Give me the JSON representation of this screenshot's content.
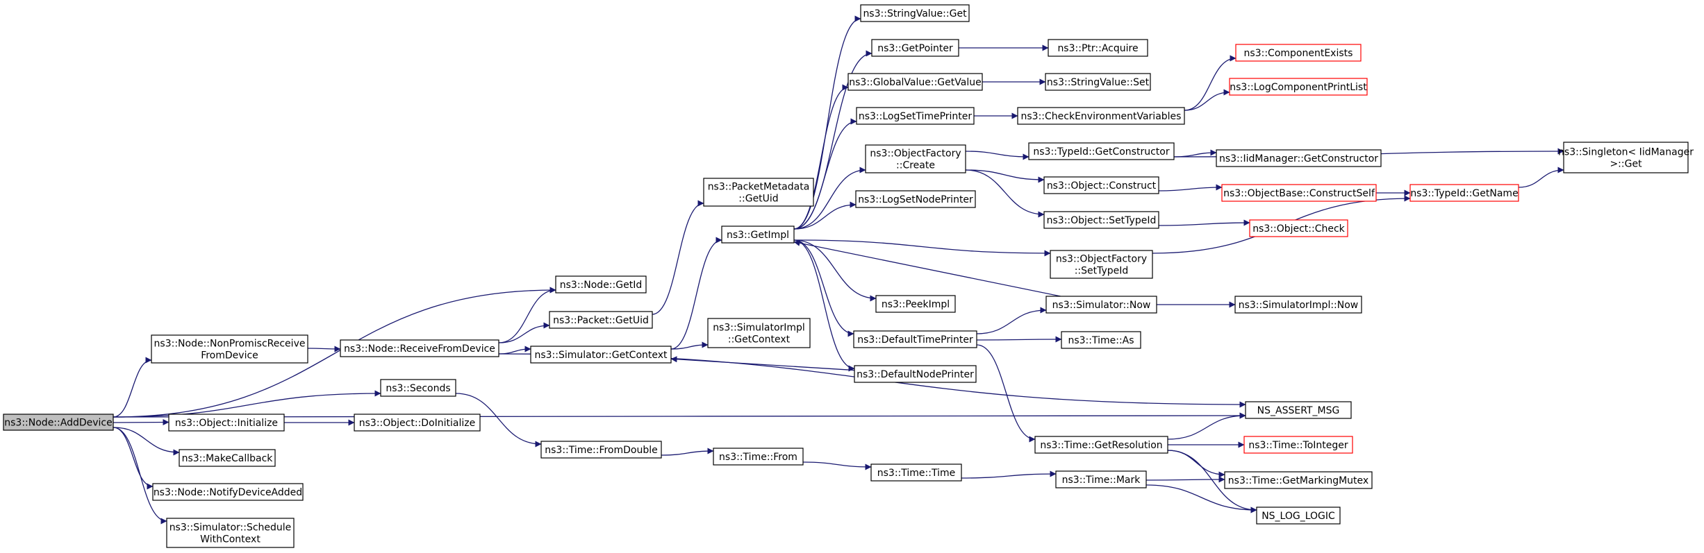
{
  "graph": {
    "nodes": [
      {
        "id": "add_device",
        "name": "node-add-device",
        "lines": [
          "ns3::Node::AddDevice"
        ],
        "style": "root"
      },
      {
        "id": "node_getid",
        "name": "node-node-get-id",
        "lines": [
          "ns3::Node::GetId"
        ],
        "style": "normal"
      },
      {
        "id": "nonpromisc",
        "name": "node-non-promisc-receive-from-device",
        "lines": [
          "ns3::Node::NonPromiscReceive",
          "FromDevice"
        ],
        "style": "normal"
      },
      {
        "id": "recv_from_dev",
        "name": "node-receive-from-device",
        "lines": [
          "ns3::Node::ReceiveFromDevice"
        ],
        "style": "normal"
      },
      {
        "id": "packet_getuid",
        "name": "node-packet-get-uid",
        "lines": [
          "ns3::Packet::GetUid"
        ],
        "style": "normal"
      },
      {
        "id": "pm_getuid",
        "name": "node-packet-metadata-get-uid",
        "lines": [
          "ns3::PacketMetadata",
          "::GetUid"
        ],
        "style": "normal"
      },
      {
        "id": "sim_getcontext",
        "name": "node-simulator-get-context",
        "lines": [
          "ns3::Simulator::GetContext"
        ],
        "style": "normal"
      },
      {
        "id": "simimpl_getcontext",
        "name": "node-simulator-impl-get-context",
        "lines": [
          "ns3::SimulatorImpl",
          "::GetContext"
        ],
        "style": "normal"
      },
      {
        "id": "seconds",
        "name": "node-seconds",
        "lines": [
          "ns3::Seconds"
        ],
        "style": "normal"
      },
      {
        "id": "obj_initialize",
        "name": "node-object-initialize",
        "lines": [
          "ns3::Object::Initialize"
        ],
        "style": "normal"
      },
      {
        "id": "obj_doinitialize",
        "name": "node-object-do-initialize",
        "lines": [
          "ns3::Object::DoInitialize"
        ],
        "style": "normal"
      },
      {
        "id": "makecallback",
        "name": "node-make-callback",
        "lines": [
          "ns3::MakeCallback"
        ],
        "style": "normal"
      },
      {
        "id": "notify_added",
        "name": "node-notify-device-added",
        "lines": [
          "ns3::Node::NotifyDeviceAdded"
        ],
        "style": "normal"
      },
      {
        "id": "schedule_ctx",
        "name": "node-schedule-with-context",
        "lines": [
          "ns3::Simulator::Schedule",
          "WithContext"
        ],
        "style": "normal"
      },
      {
        "id": "time_fromdouble",
        "name": "node-time-from-double",
        "lines": [
          "ns3::Time::FromDouble"
        ],
        "style": "normal"
      },
      {
        "id": "time_from",
        "name": "node-time-from",
        "lines": [
          "ns3::Time::From"
        ],
        "style": "normal"
      },
      {
        "id": "time_time",
        "name": "node-time-time",
        "lines": [
          "ns3::Time::Time"
        ],
        "style": "normal"
      },
      {
        "id": "getimpl",
        "name": "node-get-impl",
        "lines": [
          "ns3::GetImpl"
        ],
        "style": "normal"
      },
      {
        "id": "stringvalue_get",
        "name": "node-string-value-get",
        "lines": [
          "ns3::StringValue::Get"
        ],
        "style": "normal"
      },
      {
        "id": "getpointer",
        "name": "node-get-pointer",
        "lines": [
          "ns3::GetPointer"
        ],
        "style": "normal"
      },
      {
        "id": "gv_getvalue",
        "name": "node-global-value-get-value",
        "lines": [
          "ns3::GlobalValue::GetValue"
        ],
        "style": "normal"
      },
      {
        "id": "logsettimeprinter",
        "name": "node-log-set-time-printer",
        "lines": [
          "ns3::LogSetTimePrinter"
        ],
        "style": "normal"
      },
      {
        "id": "of_create",
        "name": "node-object-factory-create",
        "lines": [
          "ns3::ObjectFactory",
          "::Create"
        ],
        "style": "normal"
      },
      {
        "id": "logsetnodeprinter",
        "name": "node-log-set-node-printer",
        "lines": [
          "ns3::LogSetNodePrinter"
        ],
        "style": "normal"
      },
      {
        "id": "peekimpl",
        "name": "node-peek-impl",
        "lines": [
          "ns3::PeekImpl"
        ],
        "style": "normal"
      },
      {
        "id": "defaulttimeprinter",
        "name": "node-default-time-printer",
        "lines": [
          "ns3::DefaultTimePrinter"
        ],
        "style": "normal"
      },
      {
        "id": "defaultnodeprinter",
        "name": "node-default-node-printer",
        "lines": [
          "ns3::DefaultNodePrinter"
        ],
        "style": "normal"
      },
      {
        "id": "ptr_acquire",
        "name": "node-ptr-acquire",
        "lines": [
          "ns3::Ptr::Acquire"
        ],
        "style": "normal"
      },
      {
        "id": "stringvalue_set",
        "name": "node-string-value-set",
        "lines": [
          "ns3::StringValue::Set"
        ],
        "style": "normal"
      },
      {
        "id": "check_env",
        "name": "node-check-environment-variables",
        "lines": [
          "ns3::CheckEnvironmentVariables"
        ],
        "style": "normal"
      },
      {
        "id": "typeid_getconstructor",
        "name": "node-type-id-get-constructor",
        "lines": [
          "ns3::TypeId::GetConstructor"
        ],
        "style": "normal"
      },
      {
        "id": "obj_construct",
        "name": "node-object-construct",
        "lines": [
          "ns3::Object::Construct"
        ],
        "style": "normal"
      },
      {
        "id": "obj_settypeid",
        "name": "node-object-set-type-id",
        "lines": [
          "ns3::Object::SetTypeId"
        ],
        "style": "normal"
      },
      {
        "id": "of_settypeid",
        "name": "node-object-factory-set-type-id",
        "lines": [
          "ns3::ObjectFactory",
          "::SetTypeId"
        ],
        "style": "normal"
      },
      {
        "id": "sim_now",
        "name": "node-simulator-now",
        "lines": [
          "ns3::Simulator::Now"
        ],
        "style": "normal"
      },
      {
        "id": "time_as",
        "name": "node-time-as",
        "lines": [
          "ns3::Time::As"
        ],
        "style": "normal"
      },
      {
        "id": "time_getresolution",
        "name": "node-time-get-resolution",
        "lines": [
          "ns3::Time::GetResolution"
        ],
        "style": "normal"
      },
      {
        "id": "time_mark",
        "name": "node-time-mark",
        "lines": [
          "ns3::Time::Mark"
        ],
        "style": "normal"
      },
      {
        "id": "comp_exists",
        "name": "node-component-exists",
        "lines": [
          "ns3::ComponentExists"
        ],
        "style": "truncated"
      },
      {
        "id": "logcomp_printlist",
        "name": "node-log-component-print-list",
        "lines": [
          "ns3::LogComponentPrintList"
        ],
        "style": "truncated"
      },
      {
        "id": "iid_getconstructor",
        "name": "node-iid-manager-get-constructor",
        "lines": [
          "ns3::IidManager::GetConstructor"
        ],
        "style": "normal"
      },
      {
        "id": "objbase_constructself",
        "name": "node-object-base-construct-self",
        "lines": [
          "ns3::ObjectBase::ConstructSelf"
        ],
        "style": "truncated"
      },
      {
        "id": "typeid_getname",
        "name": "node-type-id-get-name",
        "lines": [
          "ns3::TypeId::GetName"
        ],
        "style": "truncated"
      },
      {
        "id": "singleton_get",
        "name": "node-singleton-iid-manager-get",
        "lines": [
          "ns3::Singleton< IidManager",
          " >::Get"
        ],
        "style": "normal"
      },
      {
        "id": "obj_check",
        "name": "node-object-check",
        "lines": [
          "ns3::Object::Check"
        ],
        "style": "truncated"
      },
      {
        "id": "simimpl_now",
        "name": "node-simulator-impl-now",
        "lines": [
          "ns3::SimulatorImpl::Now"
        ],
        "style": "normal"
      },
      {
        "id": "ns_assert_msg",
        "name": "node-ns-assert-msg",
        "lines": [
          "NS_ASSERT_MSG"
        ],
        "style": "normal"
      },
      {
        "id": "time_tointeger",
        "name": "node-time-to-integer",
        "lines": [
          "ns3::Time::ToInteger"
        ],
        "style": "truncated"
      },
      {
        "id": "time_getmarkingmutex",
        "name": "node-time-get-marking-mutex",
        "lines": [
          "ns3::Time::GetMarkingMutex"
        ],
        "style": "normal"
      },
      {
        "id": "ns_log_logic",
        "name": "node-ns-log-logic",
        "lines": [
          "NS_LOG_LOGIC"
        ],
        "style": "normal"
      }
    ],
    "edges": [
      [
        "add_device",
        "node_getid"
      ],
      [
        "add_device",
        "nonpromisc"
      ],
      [
        "add_device",
        "seconds"
      ],
      [
        "add_device",
        "obj_initialize"
      ],
      [
        "add_device",
        "makecallback"
      ],
      [
        "add_device",
        "notify_added"
      ],
      [
        "add_device",
        "schedule_ctx"
      ],
      [
        "add_device",
        "ns_assert_msg"
      ],
      [
        "nonpromisc",
        "recv_from_dev"
      ],
      [
        "recv_from_dev",
        "node_getid"
      ],
      [
        "recv_from_dev",
        "packet_getuid"
      ],
      [
        "recv_from_dev",
        "sim_getcontext"
      ],
      [
        "recv_from_dev",
        "ns_assert_msg"
      ],
      [
        "packet_getuid",
        "pm_getuid"
      ],
      [
        "sim_getcontext",
        "getimpl"
      ],
      [
        "sim_getcontext",
        "simimpl_getcontext"
      ],
      [
        "seconds",
        "time_fromdouble"
      ],
      [
        "obj_initialize",
        "obj_doinitialize"
      ],
      [
        "time_fromdouble",
        "time_from"
      ],
      [
        "time_from",
        "time_time"
      ],
      [
        "time_time",
        "time_mark"
      ],
      [
        "getimpl",
        "stringvalue_get"
      ],
      [
        "getimpl",
        "getpointer"
      ],
      [
        "getimpl",
        "gv_getvalue"
      ],
      [
        "getimpl",
        "logsettimeprinter"
      ],
      [
        "getimpl",
        "of_create"
      ],
      [
        "getimpl",
        "logsetnodeprinter"
      ],
      [
        "getimpl",
        "of_settypeid"
      ],
      [
        "getimpl",
        "peekimpl"
      ],
      [
        "getimpl",
        "defaulttimeprinter"
      ],
      [
        "getimpl",
        "defaultnodeprinter"
      ],
      [
        "getpointer",
        "ptr_acquire"
      ],
      [
        "gv_getvalue",
        "stringvalue_set"
      ],
      [
        "logsettimeprinter",
        "check_env"
      ],
      [
        "check_env",
        "comp_exists"
      ],
      [
        "check_env",
        "logcomp_printlist"
      ],
      [
        "of_create",
        "typeid_getconstructor"
      ],
      [
        "of_create",
        "obj_construct"
      ],
      [
        "of_create",
        "obj_settypeid"
      ],
      [
        "typeid_getconstructor",
        "iid_getconstructor"
      ],
      [
        "typeid_getconstructor",
        "singleton_get"
      ],
      [
        "obj_construct",
        "objbase_constructself"
      ],
      [
        "objbase_constructself",
        "typeid_getname"
      ],
      [
        "typeid_getname",
        "singleton_get"
      ],
      [
        "obj_settypeid",
        "obj_check"
      ],
      [
        "of_settypeid",
        "typeid_getname"
      ],
      [
        "sim_now",
        "getimpl"
      ],
      [
        "sim_now",
        "simimpl_now"
      ],
      [
        "defaulttimeprinter",
        "sim_now"
      ],
      [
        "defaulttimeprinter",
        "time_as"
      ],
      [
        "defaulttimeprinter",
        "time_getresolution"
      ],
      [
        "defaultnodeprinter",
        "sim_getcontext"
      ],
      [
        "time_getresolution",
        "ns_assert_msg"
      ],
      [
        "time_getresolution",
        "time_tointeger"
      ],
      [
        "time_getresolution",
        "time_getmarkingmutex"
      ],
      [
        "time_getresolution",
        "ns_log_logic"
      ],
      [
        "time_mark",
        "time_getmarkingmutex"
      ],
      [
        "time_mark",
        "ns_log_logic"
      ]
    ]
  },
  "colors": {
    "node_border": "#000000",
    "truncated_border": "#ff0000",
    "root_fill": "#bfbfbf",
    "node_fill": "#ffffff",
    "edge": "#191970"
  }
}
